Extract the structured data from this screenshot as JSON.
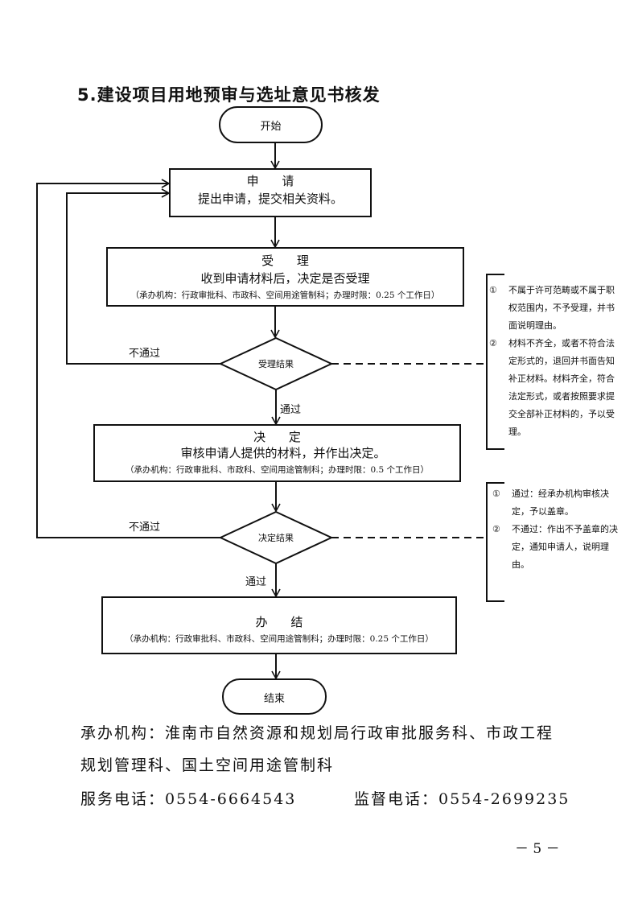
{
  "title": "5.建设项目用地预审与选址意见书核发",
  "flow": {
    "start": "开始",
    "end": "结束",
    "apply": {
      "heading": "申 请",
      "text": "提出申请，提交相关资料。"
    },
    "accept": {
      "heading": "受 理",
      "text": "收到申请材料后，决定是否受理",
      "note": "（承办机构：行政审批科、市政科、空间用途管制科；办理时限：0.25 个工作日）"
    },
    "accept_decision": "受理结果",
    "decide": {
      "heading": "决 定",
      "text": "审核申请人提供的材料，并作出决定。",
      "note": "（承办机构：行政审批科、市政科、空间用途管制科；办理时限：0.5 个工作日）"
    },
    "decide_decision": "决定结果",
    "finish": {
      "heading": "办 结",
      "note": "（承办机构：行政审批科、市政科、空间用途管制科；办理时限：0.25 个工作日）"
    },
    "labels": {
      "fail_1": "不通过",
      "pass_1": "通过",
      "fail_2": "不通过",
      "pass_2": "通过"
    }
  },
  "notes": {
    "accept": [
      {
        "num": "①",
        "text": "不属于许可范畴或不属于职权范围内，不予受理，并书面说明理由。"
      },
      {
        "num": "②",
        "text": "材料不齐全，或者不符合法定形式的，退回并书面告知补正材料。材料齐全，符合法定形式，或者按照要求提交全部补正材料的，予以受理。"
      }
    ],
    "decide": [
      {
        "num": "①",
        "text": "通过：经承办机构审核决定，予以盖章。"
      },
      {
        "num": "②",
        "text": "不通过：作出不予盖章的决定，通知申请人，说明理由。"
      }
    ]
  },
  "footer": {
    "agency_line1": "承办机构：淮南市自然资源和规划局行政审批服务科、市政工程",
    "agency_line2": "规划管理科、国土空间用途管制科",
    "service_phone": "服务电话：0554-6664543",
    "supervise_phone": "监督电话：0554-2699235"
  },
  "page_number": "－ 5 －"
}
